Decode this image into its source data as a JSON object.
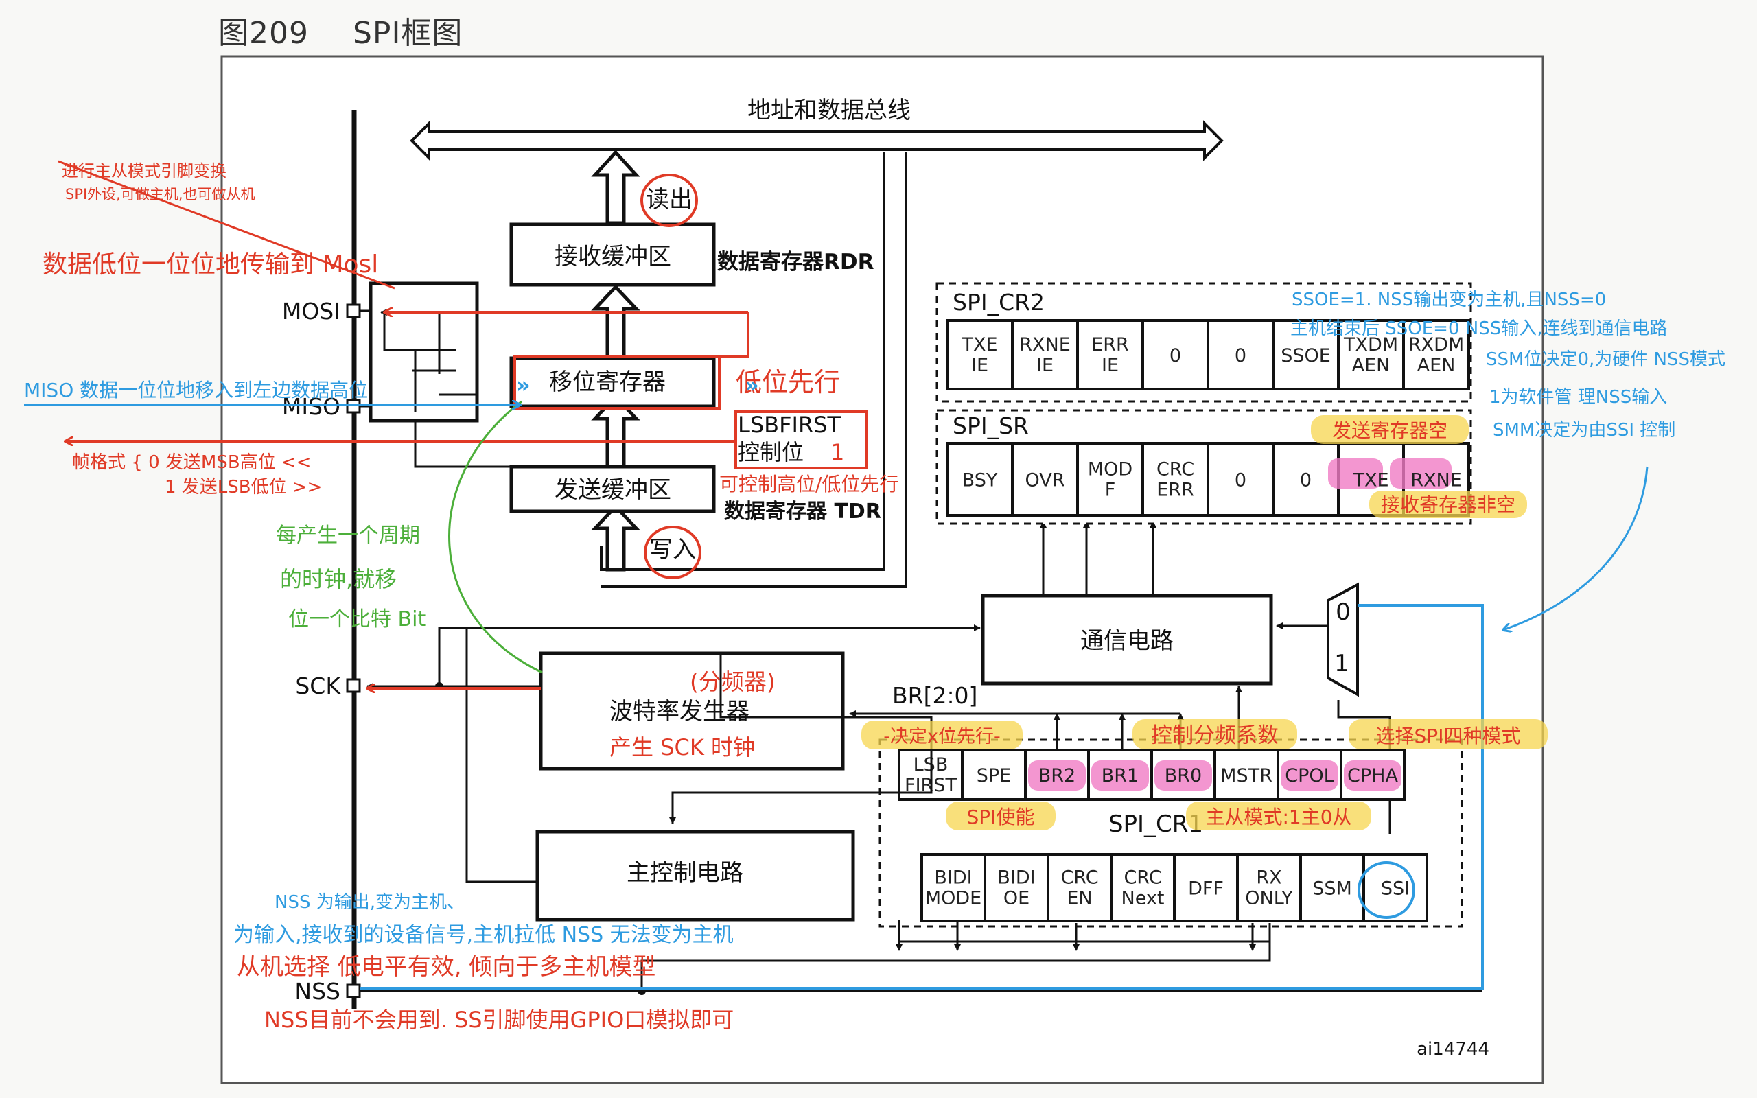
{
  "figure": {
    "number": "图209",
    "name": "SPI框图",
    "id": "ai14744"
  },
  "bus": {
    "label": "地址和数据总线"
  },
  "blocks": {
    "rx_buffer": "接收缓冲区",
    "shift_register": "移位寄存器",
    "tx_buffer": "发送缓冲区",
    "lsbfirst_ctrl": [
      "LSBFIRST",
      "控制位"
    ],
    "baud_gen": "波特率发生器",
    "master_ctrl": "主控制电路",
    "comm_circuit": "通信电路",
    "read_label": "读出",
    "write_label": "写入",
    "br_label": "BR[2:0]",
    "mux_0": "0",
    "mux_1": "1"
  },
  "pins": {
    "mosi": "MOSI",
    "miso": "MISO",
    "sck": "SCK",
    "nss": "NSS"
  },
  "registers": {
    "cr2": {
      "name": "SPI_CR2",
      "bits": [
        [
          "TXE",
          "IE"
        ],
        [
          "RXNE",
          "IE"
        ],
        [
          "ERR",
          "IE"
        ],
        [
          "0"
        ],
        [
          "0"
        ],
        [
          "SSOE"
        ],
        [
          "TXDM",
          "AEN"
        ],
        [
          "RXDM",
          "AEN"
        ]
      ]
    },
    "sr": {
      "name": "SPI_SR",
      "bits": [
        [
          "BSY"
        ],
        [
          "OVR"
        ],
        [
          "MOD",
          "F"
        ],
        [
          "CRC",
          "ERR"
        ],
        [
          "0"
        ],
        [
          "0"
        ],
        [
          "TXE"
        ],
        [
          "RXNE"
        ]
      ]
    },
    "cr1": {
      "name": "SPI_CR1",
      "top_bits": [
        [
          "LSB",
          "FIRST"
        ],
        [
          "SPE"
        ],
        [
          "BR2"
        ],
        [
          "BR1"
        ],
        [
          "BR0"
        ],
        [
          "MSTR"
        ],
        [
          "CPOL"
        ],
        [
          "CPHA"
        ]
      ],
      "bottom_bits": [
        [
          "BIDI",
          "MODE"
        ],
        [
          "BIDI",
          "OE"
        ],
        [
          "CRC",
          "EN"
        ],
        [
          "CRC",
          "Next"
        ],
        [
          "DFF"
        ],
        [
          "RX",
          "ONLY"
        ],
        [
          "SSM"
        ],
        [
          "SSI"
        ]
      ]
    }
  },
  "notes_red": {
    "pin_switch_1": "进行主从模式引脚变换",
    "pin_switch_2": "SPI外设,可做主机,也可做从机",
    "mosi_note": "数据低位一位位地传输到 Mosl",
    "lsb_first": "低位先行",
    "frame_1": "帧格式 { 0 发送MSB高位 <<",
    "frame_2": "1 发送LSB低位 >>",
    "lsb_hi_lo": "可控制高位/低位先行",
    "lsbfirst_1": "1",
    "prescaler": "(分频器)",
    "sck_gen": "产生 SCK 时钟",
    "hl_lsb": "-决定x位先行-",
    "hl_br": "控制分频系数",
    "hl_cpol": "选择SPI四种模式",
    "hl_spe": "SPI使能",
    "hl_mstr": "主从模式:1主0从",
    "hl_txe": "发送寄存器空",
    "hl_rxne": "接收寄存器非空",
    "nss_1": "从机选择 低电平有效, 倾向于多主机模型",
    "nss_2": "NSS目前不会用到. SS引脚使用GPIO口模拟即可"
  },
  "notes_black": {
    "rdr": "数据寄存器RDR",
    "tdr": "数据寄存器 TDR"
  },
  "notes_blue": {
    "miso_note": "MISO 数据一位位地移入到左边数据高位",
    "ssoe_1": "SSOE=1. NSS输出变为主机,且NSS=0",
    "ssoe_2": "主机结束后 SSOE=0 NSS输入,连线到通信电路",
    "ssm_1": "SSM位决定0,为硬件 NSS模式",
    "ssm_2": "1为软件管 理NSS输入",
    "ssm_3": "SMM决定为由SSI 控制",
    "nss_a": "NSS 为输出,变为主机、",
    "nss_b": "为输入,接收到的设备信号,主机拉低 NSS 无法变为主机"
  },
  "notes_green": {
    "g1": "每产生一个周期",
    "g2": "的时钟,就移",
    "g3": "位一个比特 Bit"
  },
  "colors": {
    "red": "#e03a26",
    "blue": "#2e9be0",
    "green": "#4caf3a",
    "yellow": "#f7d64f",
    "pink": "#f07cc4"
  }
}
